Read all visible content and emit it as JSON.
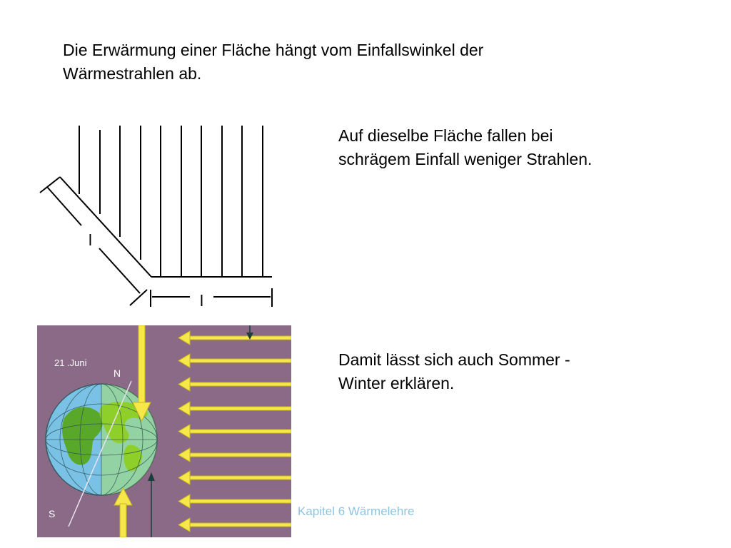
{
  "slide": {
    "heading_lines": [
      "Die Erwärmung einer Fläche hängt vom Einfallswinkel der",
      "Wärmestrahlen ab."
    ],
    "text_oblique_lines": [
      "Auf dieselbe Fläche fallen bei",
      "schrägem Einfall weniger Strahlen."
    ],
    "text_seasons_lines": [
      "Damit lässt sich auch Sommer -",
      "Winter erklären."
    ],
    "footer": "Kapitel 6 Wärmelehre"
  },
  "diagram": {
    "label_oblique": "l",
    "label_flat": "l"
  },
  "illustration": {
    "date_label": "21 .Juni",
    "north_label": "N",
    "south_label": "S",
    "colors": {
      "background": "#8a6a86",
      "sun_ray": "#f7e84a",
      "ocean": "#79c2e6",
      "land": "#8fcf2a"
    }
  }
}
